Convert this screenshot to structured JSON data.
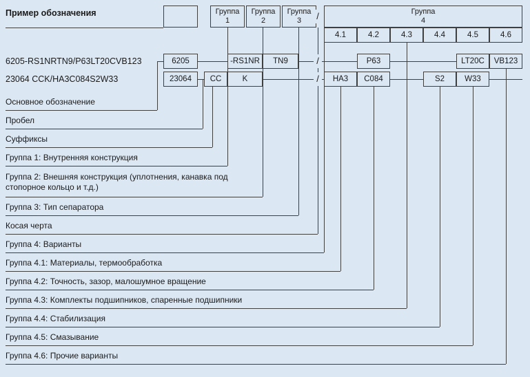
{
  "title": "Пример обозначения",
  "slash": "/",
  "colors": {
    "background": "#dbe7f3",
    "line": "#3f3f3f",
    "text": "#1a1a1a"
  },
  "header": {
    "groups": [
      {
        "line1": "Группа",
        "line2": "1"
      },
      {
        "line1": "Группа",
        "line2": "2"
      },
      {
        "line1": "Группа",
        "line2": "3"
      },
      {
        "line1": "Группа",
        "line2": "4"
      }
    ],
    "subgroups": [
      "4.1",
      "4.2",
      "4.3",
      "4.4",
      "4.5",
      "4.6"
    ]
  },
  "examples": [
    {
      "designation": "6205-RS1NRTN9/P63LT20CVB123",
      "basic": "6205",
      "suffix_groups12": "-RS1NR",
      "group3": "TN9",
      "group4_2": "P63",
      "group4_5": "LT20C",
      "group4_6": "VB123"
    },
    {
      "designation": "23064 CCK/HA3C084S2W33",
      "basic": "23064",
      "suffix_start": "CC",
      "group1": "K",
      "group4_1": "HA3",
      "group4_2": "C084",
      "group4_4": "S2",
      "group4_5": "W33"
    }
  ],
  "legend": [
    "Основное обозначение",
    "Пробел",
    "Суффиксы",
    "Группа 1: Внутренняя конструкция",
    "Группа 2: Внешняя конструкция (уплотнения, канавка под стопорное кольцо и т.д.)",
    "Группа 3: Тип сепаратора",
    "Косая черта",
    "Группа 4: Варианты",
    "Группа 4.1: Материалы, термообработка",
    "Группа 4.2: Точность, зазор, малошумное вращение",
    "Группа 4.3: Комплекты подшипников, спаренные подшипники",
    "Группа 4.4: Стабилизация",
    "Группа 4.5: Смазывание",
    "Группа 4.6: Прочие варианты"
  ]
}
